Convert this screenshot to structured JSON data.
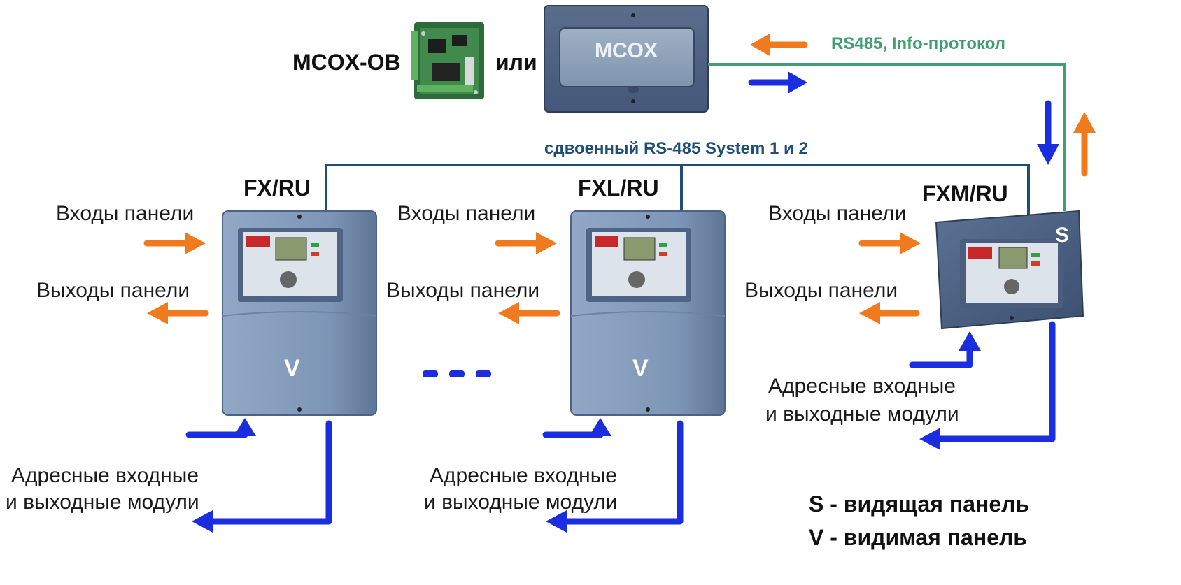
{
  "mcox_ob_label": "MCOX-OB",
  "or_label": "или",
  "mcox_screen_text": "MCOX",
  "rs485_label": "RS485, Info-протокол",
  "bus_label": "сдвоенный RS-485 System 1 и 2",
  "panels": [
    {
      "title": "FX/RU",
      "inputs": "Входы панели",
      "outputs": "Выходы панели",
      "marker": "V",
      "modules_line1": "Адресные входные",
      "modules_line2": "и выходные модули"
    },
    {
      "title": "FXL/RU",
      "inputs": "Входы панели",
      "outputs": "Выходы панели",
      "marker": "V",
      "modules_line1": "Адресные входные",
      "modules_line2": "и выходные модули"
    },
    {
      "title": "FXM/RU",
      "inputs": "Входы панели",
      "outputs": "Выходы панели",
      "marker": "S",
      "modules_line1": "Адресные входные",
      "modules_line2": "и выходные модули"
    }
  ],
  "legend": {
    "seeing": "S - видящая панель",
    "visible": "V - видимая панель"
  },
  "colors": {
    "orange_arrow": "#f07a1e",
    "blue_arrow": "#1a2ee0",
    "bus_line": "#1f4e79",
    "rs485_line": "#3f9f72",
    "panel_body": "#7f97b8",
    "panel_dark": "#4a5d7c"
  }
}
